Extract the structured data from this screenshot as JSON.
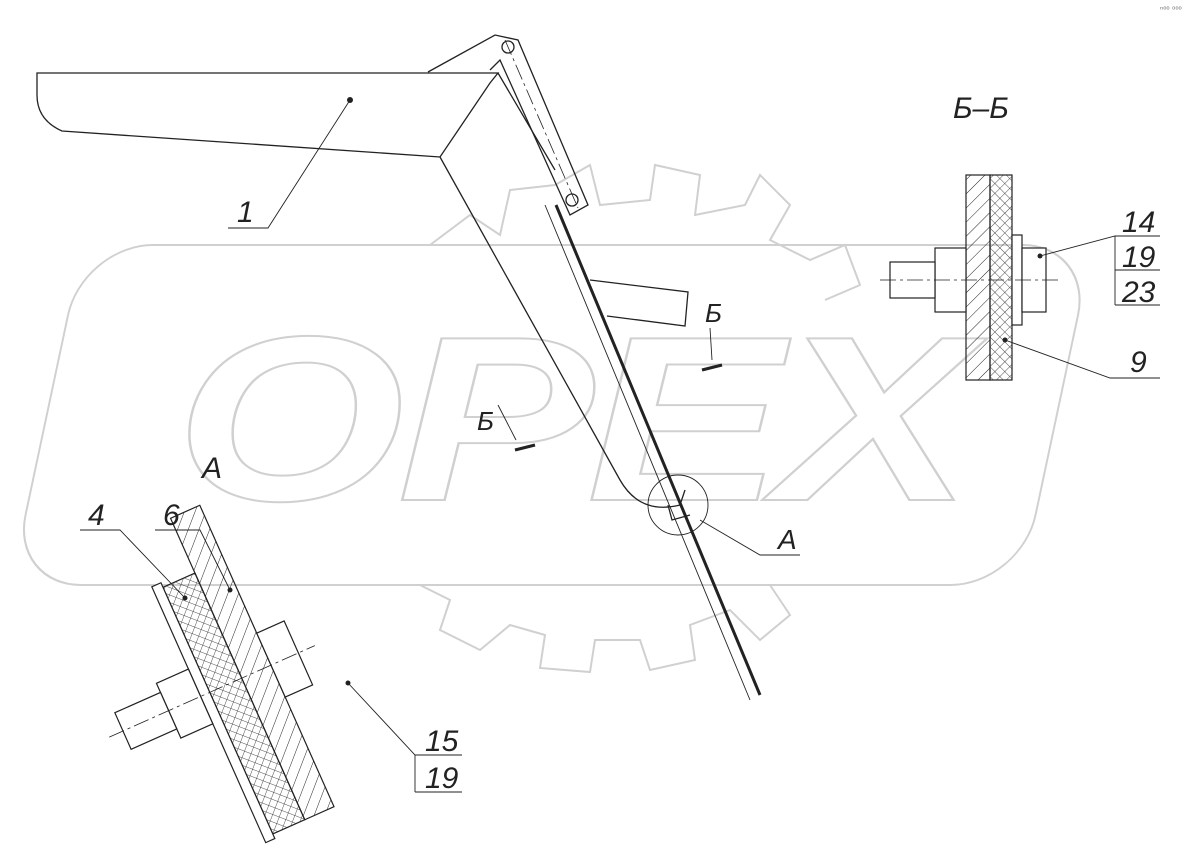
{
  "watermark": {
    "text": "OPEX"
  },
  "section_title": "Б–Б",
  "view_label": "А",
  "detail_callout_label": "А",
  "section_marks": [
    {
      "letter": "Б"
    },
    {
      "letter": "Б"
    }
  ],
  "callouts": {
    "part_1": "1",
    "part_4": "4",
    "part_6": "6",
    "part_9": "9",
    "stack_14_19_23": [
      "14",
      "19",
      "23"
    ],
    "stack_15_19": [
      "15",
      "19"
    ]
  },
  "corner_mark": "ⁿ⁰⁰ ⁰⁰⁰",
  "colors": {
    "ink": "#222222",
    "watermark": "#d0d0d0",
    "background": "#ffffff"
  }
}
